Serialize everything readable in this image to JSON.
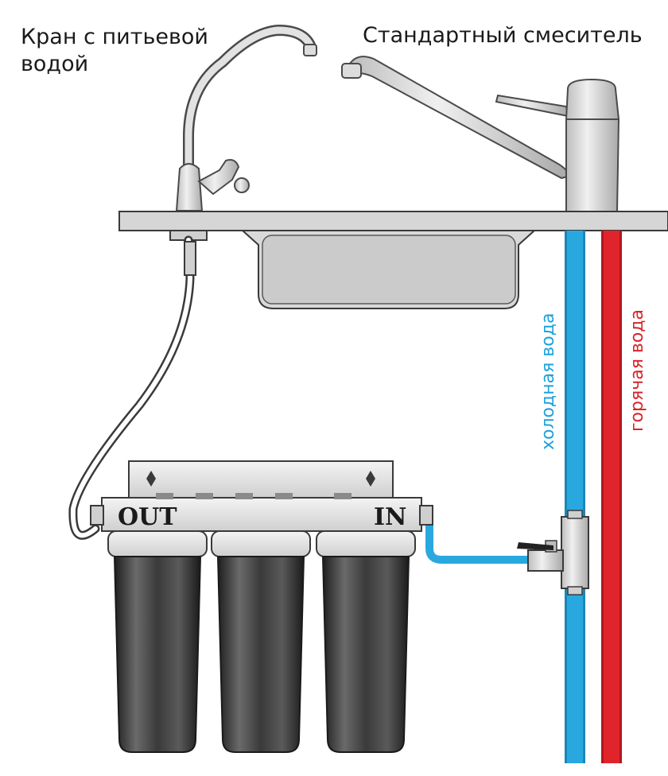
{
  "labels": {
    "drinking_tap_line1": "Кран с питьевой",
    "drinking_tap_line2": "водой",
    "standard_mixer": "Стандартный смеситель",
    "cold_water": "холодная вода",
    "hot_water": "горячая вода",
    "filter_out": "OUT",
    "filter_in": "IN"
  },
  "colors": {
    "cold_pipe": "#29a8e0",
    "hot_pipe": "#e0242b",
    "cold_text": "#1ea2dc",
    "hot_text": "#d8262c",
    "metal": "#d9d9d9",
    "outline": "#4a4a4a",
    "cartridge_dark": "#2c2c2c"
  }
}
